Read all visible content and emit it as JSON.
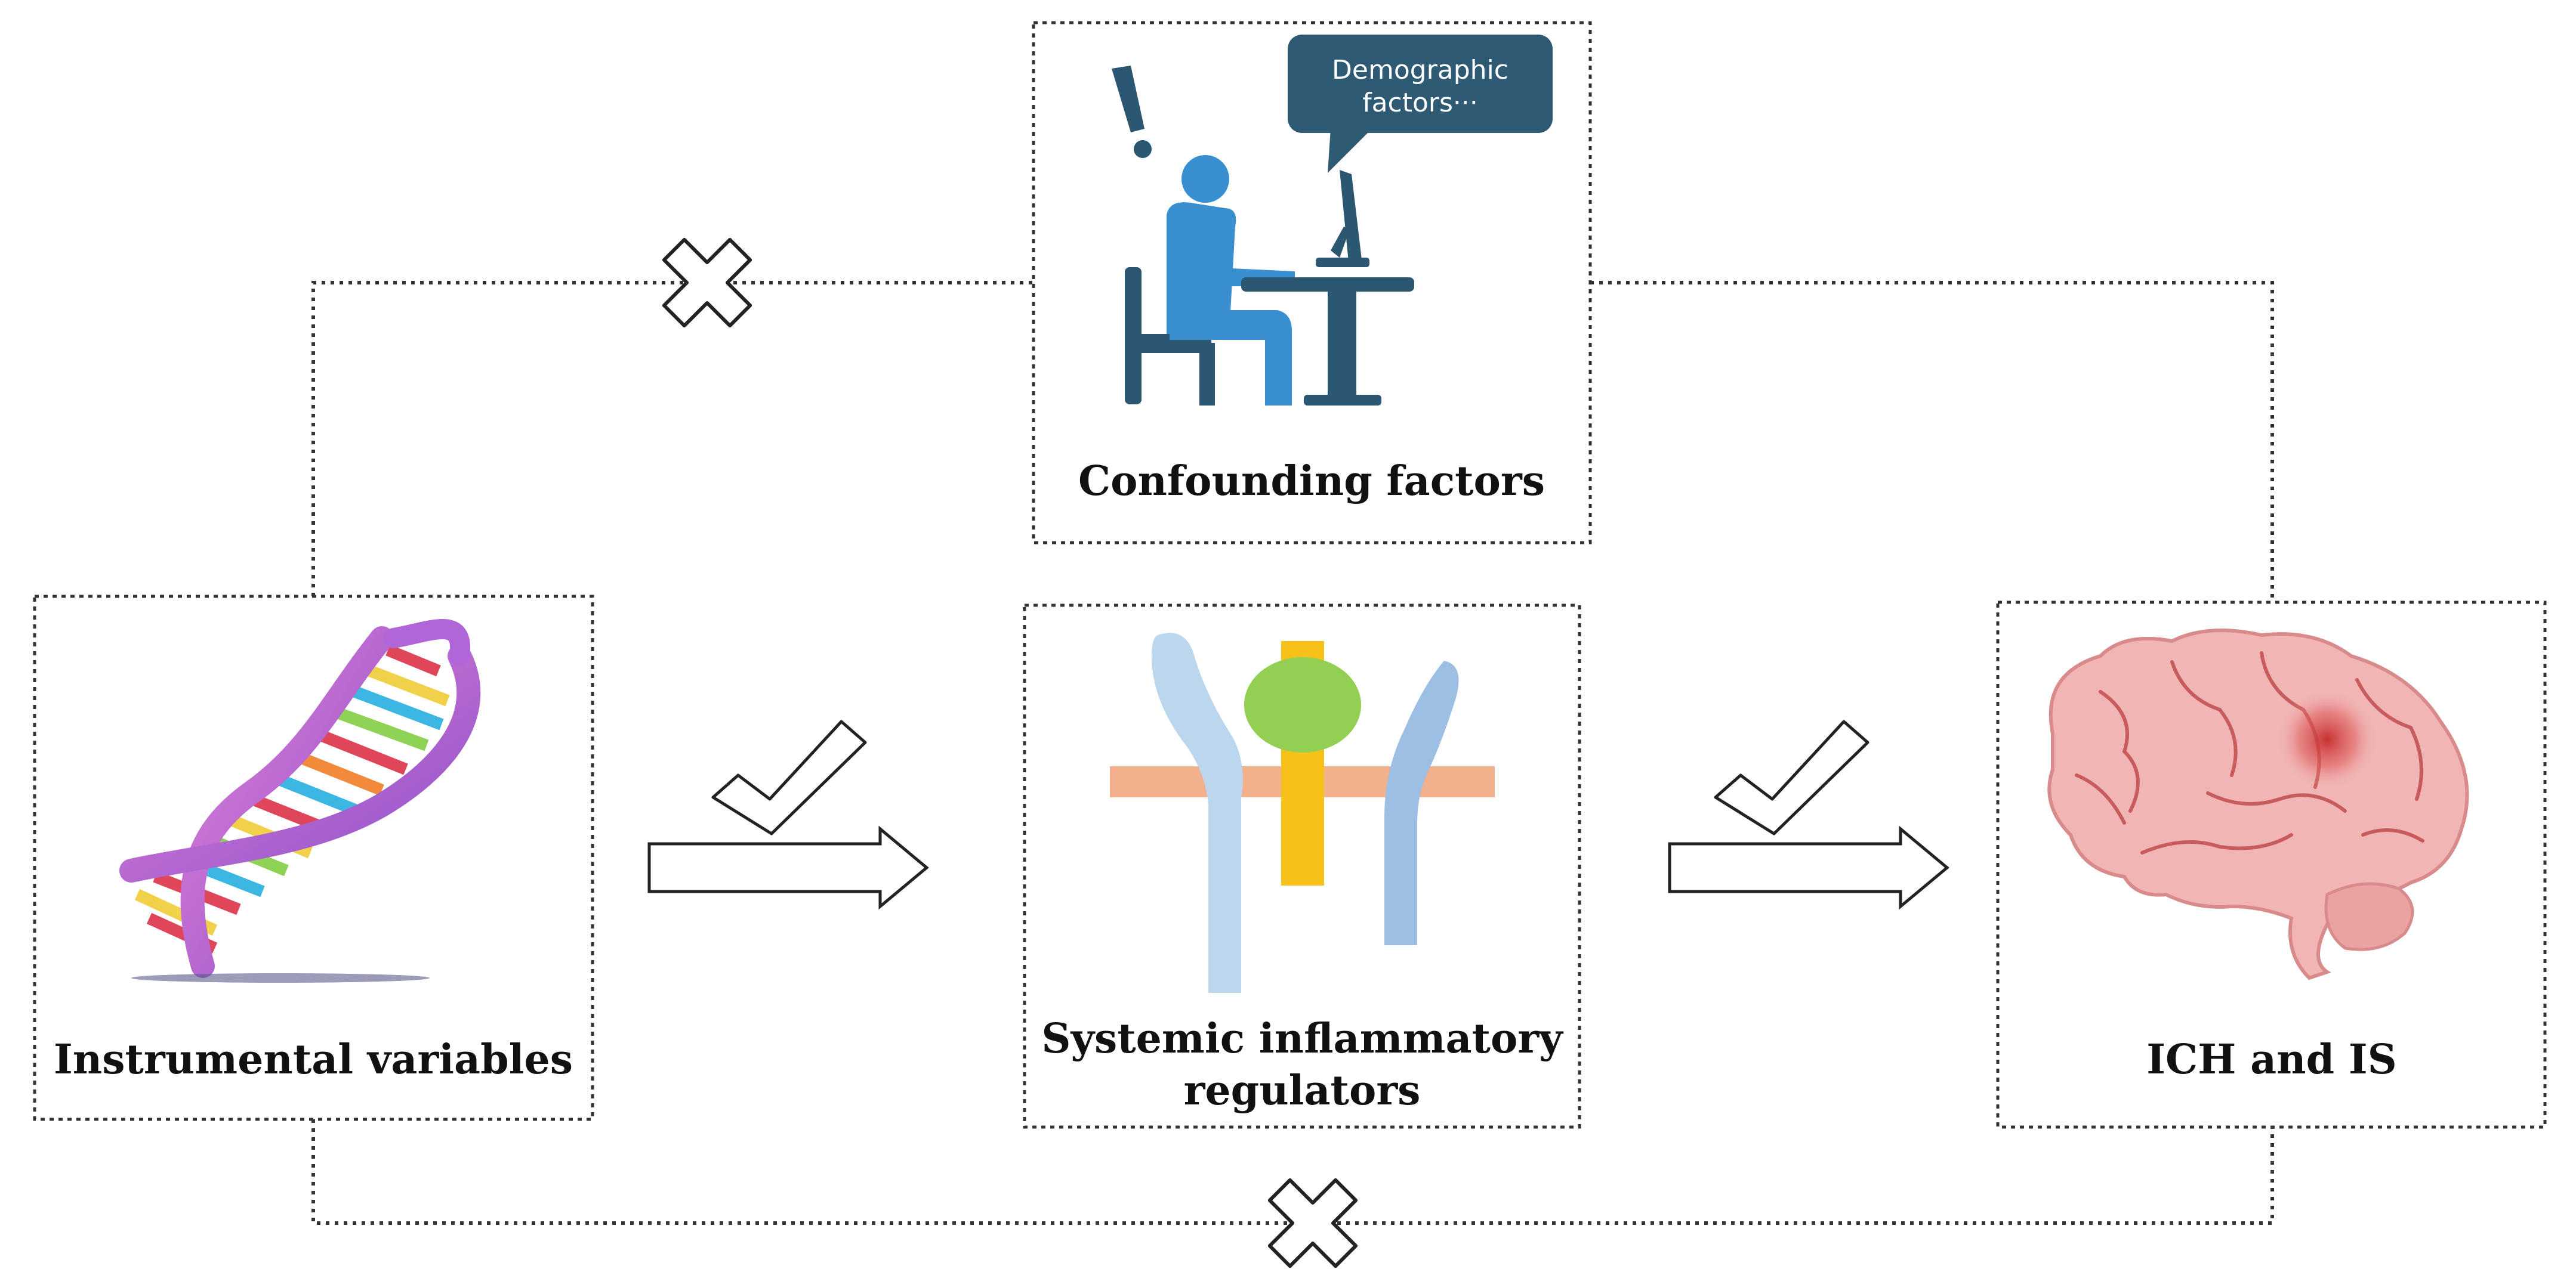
{
  "nodes": {
    "confounders": {
      "label": "Confounding factors",
      "speech": [
        "Demographic",
        "factors···"
      ]
    },
    "instrument": {
      "label": "Instrumental variables"
    },
    "exposure": {
      "label_lines": [
        "Systemic inflammatory",
        "regulators"
      ]
    },
    "outcome": {
      "label": "ICH and IS"
    }
  },
  "relations": [
    {
      "from": "Instrumental variables",
      "to": "Systemic inflammatory regulators",
      "mark": "check"
    },
    {
      "from": "Systemic inflammatory regulators",
      "to": "ICH and IS",
      "mark": "check"
    },
    {
      "from": "Instrumental variables",
      "to": "Confounding factors",
      "mark": "cross"
    },
    {
      "from": "Instrumental variables",
      "to": "ICH and IS",
      "mark": "cross"
    }
  ],
  "colors": {
    "box_border": "#333333",
    "figure_blue": "#3a8fd1",
    "furniture_navy": "#2c5773",
    "bubble": "#2e5a73",
    "membrane": "#f2b08c",
    "receptor_light": "#bcd6ee",
    "receptor_mid": "#9cbfe3",
    "core_yellow": "#f6c21a",
    "core_green": "#92cf52",
    "brain": "#f1b5b5",
    "brain_lesion": "#cc3a3a"
  }
}
